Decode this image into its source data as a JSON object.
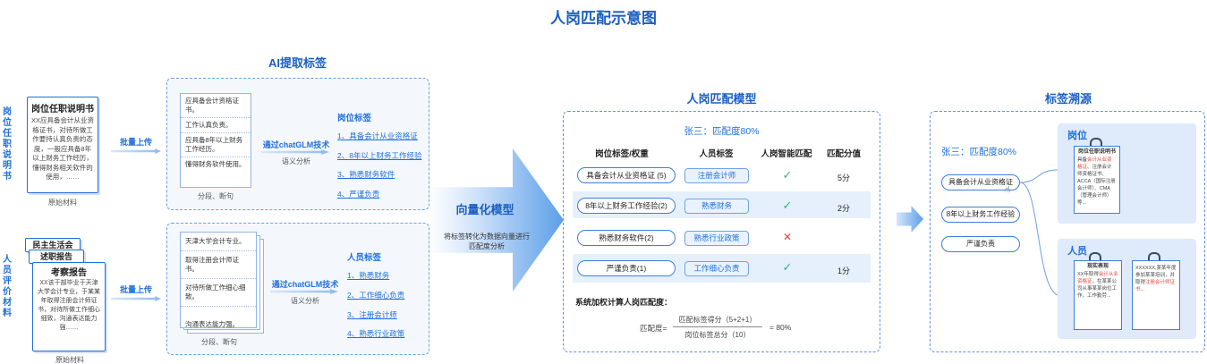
{
  "title": "人岗匹配示意图",
  "left": {
    "post_side_label": "岗位任职说明书",
    "person_side_label": "人员评价材料",
    "post_doc": {
      "title": "岗位任职说明书",
      "body": "XX应具备会计从业资格证书，对待所做工作要持认真负责的态度，一般应具备8年以上财务工作经历，懂得财务相关软件的使用，……"
    },
    "person_docs": {
      "back1": "民主生活会",
      "back2": "述职报告",
      "front_title": "考察报告",
      "front_body": "XX该干部毕业于天津大学会计专业，于某某年取得注册会计师证书，对待所做工作细心细致，沟通表达能力强……"
    },
    "caption": "原始材料",
    "upload_label": "批量上传"
  },
  "ai": {
    "title": "AI提取标签",
    "post_lines": [
      "应具备会计资格证书。",
      "工作认真负责。",
      "应具备8年以上财务工作经历。",
      "懂得财务软件使用。"
    ],
    "person_lines": [
      "天津大学会计专业。",
      "取得注册会计师证书。",
      "对待所做工作细心细致。",
      "沟通表达能力强。"
    ],
    "split_caption": "分段、断句",
    "tech_label": "通过chatGLM技术",
    "semantic_label": "语义分析",
    "post_tag_title": "岗位标签",
    "post_tags": [
      "1、具备会计从业资格证",
      "2、8年以上财务工作经验",
      "3、熟悉财务软件",
      "4、严谨负责"
    ],
    "person_tag_title": "人员标签",
    "person_tags": [
      "1、熟悉财务",
      "2、工作细心负责",
      "3、注册会计师",
      "4、熟悉行业政策"
    ]
  },
  "vector": {
    "title": "向量化模型",
    "desc": "将标签转化为数据向量进行匹配度分析"
  },
  "model": {
    "title": "人岗匹配模型",
    "score_label": "张三：匹配度80%",
    "headers": [
      "岗位标签/权重",
      "人员标签",
      "人岗智能匹配",
      "匹配分值"
    ],
    "rows": [
      {
        "post": "具备会计从业资格证 (5)",
        "person": "注册会计师",
        "match": "✓",
        "score": "5分"
      },
      {
        "post": "8年以上财务工作经验(2)",
        "person": "熟悉财务",
        "match": "✓",
        "score": "2分"
      },
      {
        "post": "熟悉财务软件(2)",
        "person": "熟悉行业政策",
        "match": "✕",
        "score": ""
      },
      {
        "post": "严谨负责(1)",
        "person": "工作细心负责",
        "match": "✓",
        "score": "1分"
      }
    ],
    "formula_title": "系统加权计算人岗匹配度：",
    "formula_lhs": "匹配度=",
    "formula_num": "匹配标签得分（5+2+1）",
    "formula_den": "岗位标签总分（10）",
    "formula_result": "= 80%"
  },
  "trace": {
    "title": "标签溯源",
    "score_label": "张三：匹配度80%",
    "tags": [
      "具备会计从业资格证",
      "8年以上财务工作经验",
      "严谨负责"
    ],
    "post_panel": {
      "title": "岗位",
      "doc_title": "岗位任职说明书",
      "doc_pre": "具备",
      "doc_red": "会计从业资格证",
      "doc_post": "、注册会计师资格证书、ACCA（国际注册会计师）、CMA（管理会计师）等..."
    },
    "person_panel": {
      "title": "人员",
      "doc1_title": "现实表现",
      "doc1_pre": "XX年取得",
      "doc1_red": "会计从业资格证",
      "doc1_post": "，在某某公司从事某某岗位工作，工作勤劳...",
      "doc2_pre": "XXXXXX,某某年度参加某某培训，并取得",
      "doc2_red": "注册会计师证书",
      "doc2_post": "..."
    }
  },
  "colors": {
    "brand": "#1f6fdc",
    "check": "#2bb673",
    "cross": "#e5463c"
  }
}
